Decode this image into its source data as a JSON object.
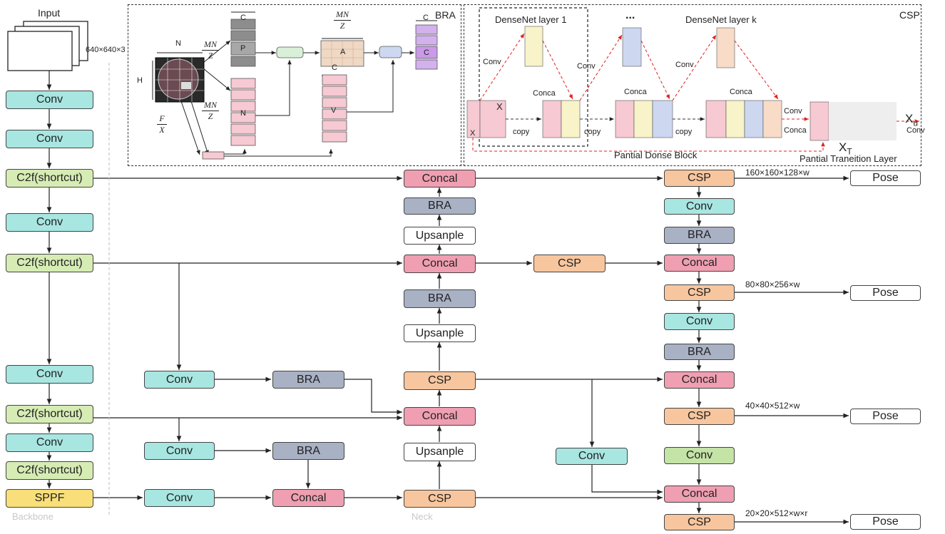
{
  "colors": {
    "conv": "#a8e6e1",
    "c2f": "#d6ecb4",
    "bra": "#a9b1c4",
    "concal": "#ef9fb1",
    "csp": "#f8c69e",
    "sppf": "#f8df79",
    "pose": "#ffffff",
    "upsample": "#ffffff",
    "dense_pink": "#f6c9d3",
    "dense_yellow": "#f8f3c8",
    "dense_blue": "#cdd8f0",
    "dense_orange": "#f8dcc8",
    "transition": "#eeeeee"
  },
  "labels": {
    "input": "Input",
    "input_dim": "640×640×3",
    "backbone": "Backbone",
    "neck": "Neck",
    "conv": "Conv",
    "c2f": "C2f(shortcut)",
    "sppf": "SPPF",
    "bra": "BRA",
    "concal": "Concal",
    "upsample": "Upsanple",
    "csp": "CSP",
    "pose": "Pose",
    "dim1": "160×160×128×w",
    "dim2": "80×80×256×w",
    "dim3": "40×40×512×w",
    "dim4": "20×20×512×w×r"
  },
  "bra_panel": {
    "title": "BRA",
    "N": "N",
    "H": "H",
    "C": "C",
    "P": "P",
    "A": "A",
    "V": "V",
    "frac_num1": "MN",
    "frac_den1": "Z",
    "frac_num2": "F",
    "frac_den2": "X"
  },
  "csp_panel": {
    "title": "CSP",
    "layer1": "DenseNet layer 1",
    "layerk": "DenseNet layer k",
    "dots": "...",
    "conv": "Conv",
    "conca": "Conca",
    "copy": "copy",
    "x": "X",
    "xt_main": "X",
    "xt_sub": "T",
    "xu_main": "X",
    "xu_sub": "u",
    "block": "Pantial Donse Block",
    "transition": "Pantial Traneition Layer"
  }
}
